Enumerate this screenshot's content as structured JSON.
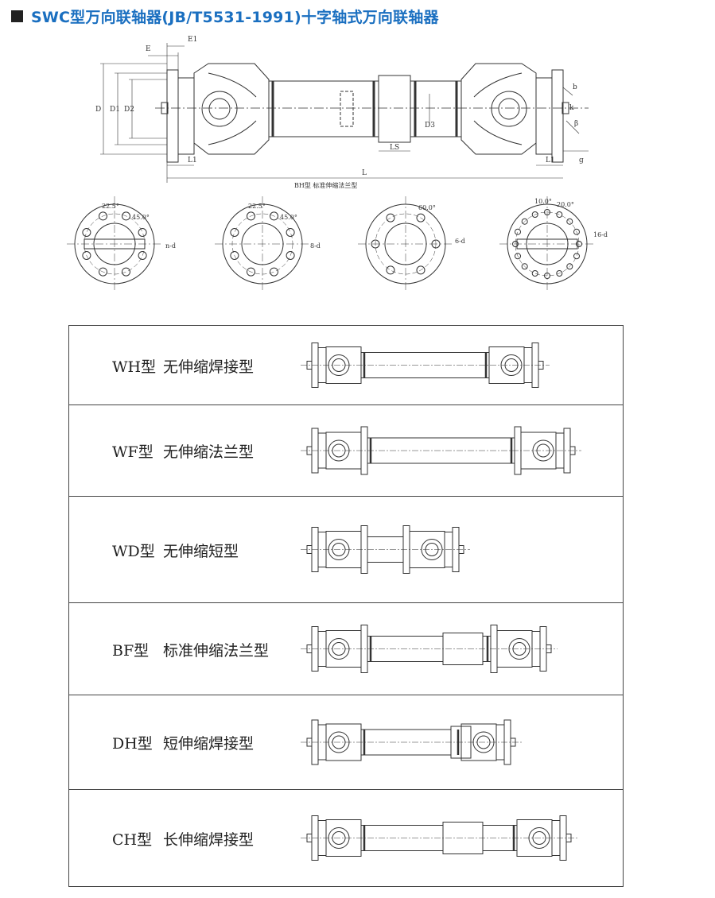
{
  "page": {
    "title": "SWC型万向联轴器(JB/T5531-1991)十字轴式万向联轴器"
  },
  "main_drawing": {
    "dims": {
      "E": "E",
      "E1": "E1",
      "D": "D",
      "D1": "D1",
      "D2": "D2",
      "D3": "D3",
      "L1_left": "L1",
      "L1_right": "L1",
      "L": "L",
      "LS": "LS",
      "b": "b",
      "beta": "β",
      "g": "g",
      "k": "k"
    },
    "caption": "BH型  标准伸缩法兰型"
  },
  "flanges": [
    {
      "angle1": "22.5°",
      "angle2": "45.0°",
      "holes": "n-d"
    },
    {
      "angle1": "22.5°",
      "angle2": "45.0°",
      "holes": "8-d"
    },
    {
      "angle1": "60.0°",
      "holes": "6-d"
    },
    {
      "angle1": "10.0°",
      "angle2": "20.0°",
      "holes": "16-d"
    }
  ],
  "types": [
    {
      "code": "WH型",
      "desc": "无伸缩焊接型"
    },
    {
      "code": "WF型",
      "desc": "无伸缩法兰型"
    },
    {
      "code": "WD型",
      "desc": "无伸缩短型"
    },
    {
      "code": "BF型",
      "desc": "标准伸缩法兰型"
    },
    {
      "code": "DH型",
      "desc": "短伸缩焊接型"
    },
    {
      "code": "CH型",
      "desc": "长伸缩焊接型"
    }
  ]
}
